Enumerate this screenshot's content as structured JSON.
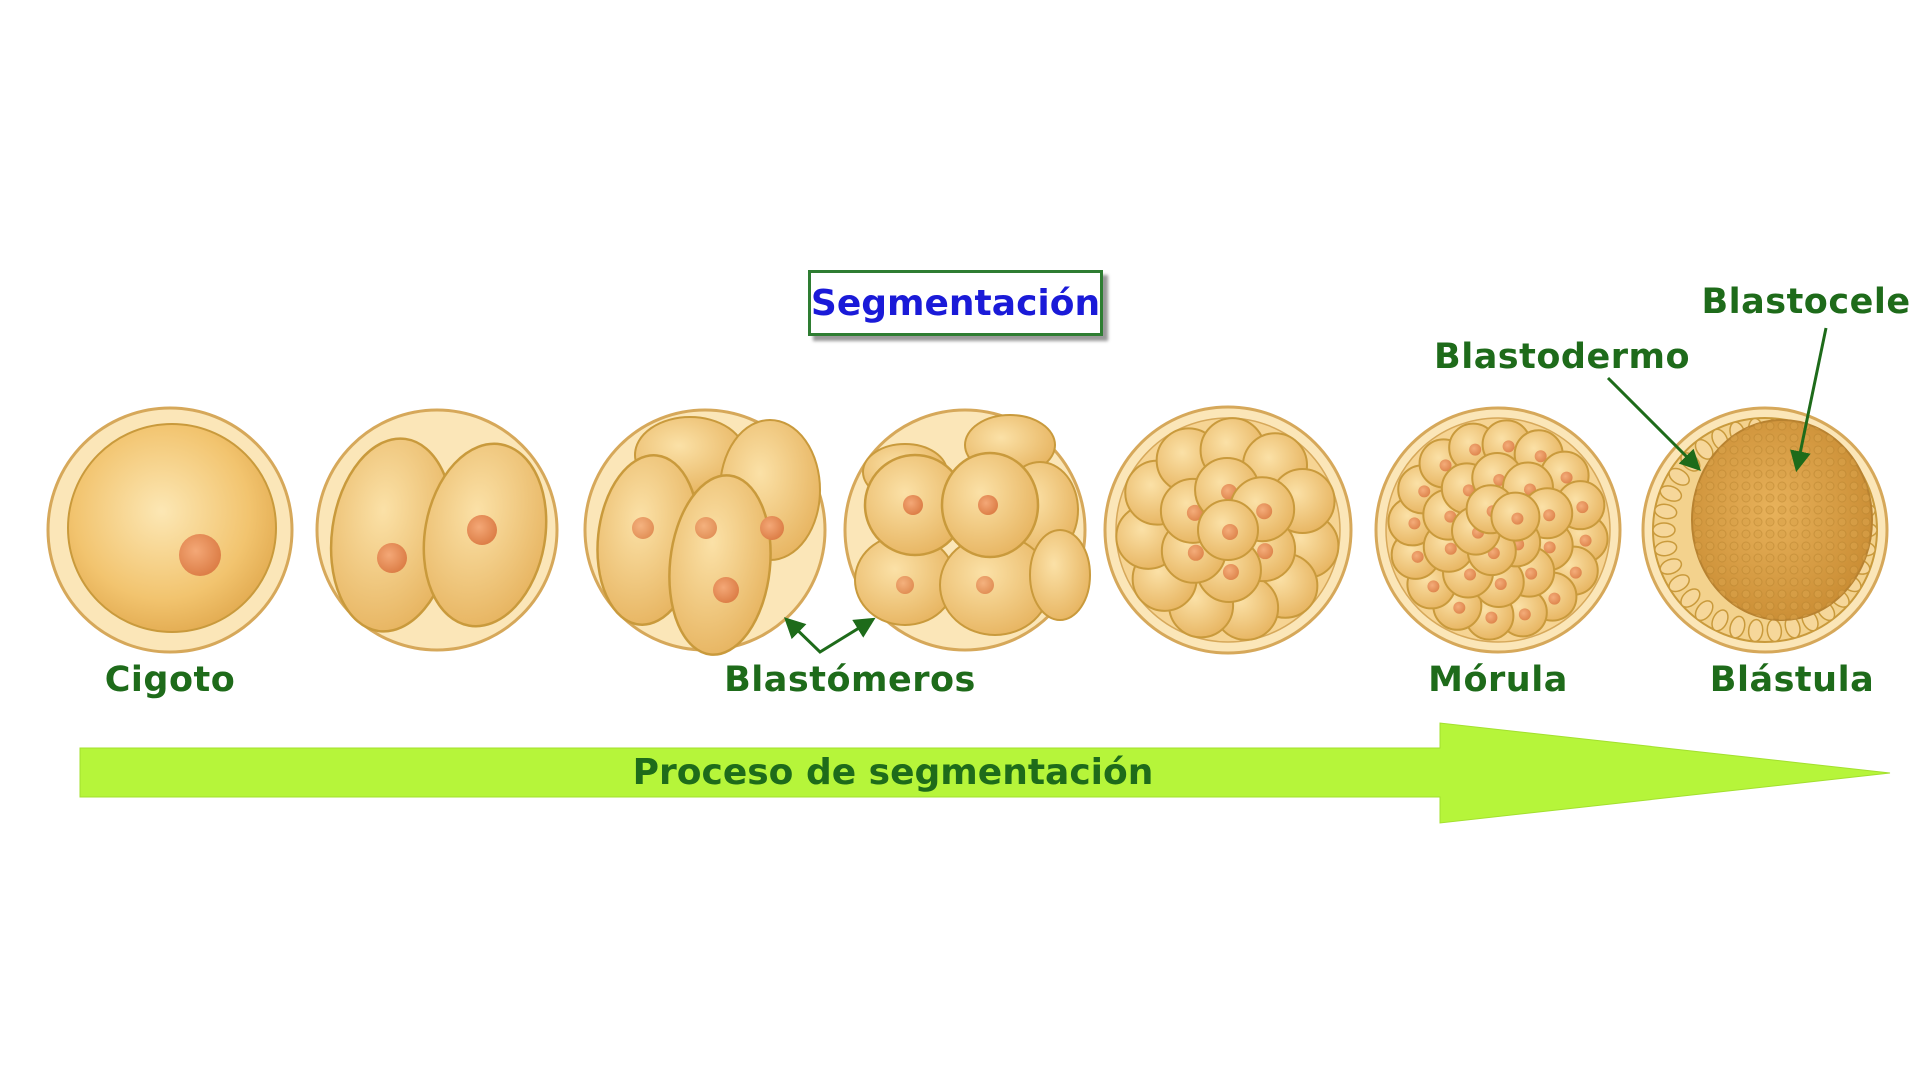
{
  "title": "Segmentación",
  "labels": {
    "cigoto": "Cigoto",
    "blastomeros": "Blastómeros",
    "morula": "Mórula",
    "blastula": "Blástula",
    "blastodermo": "Blastodermo",
    "blastocele": "Blastocele"
  },
  "process_label": "Proceso de segmentación",
  "colors": {
    "label_green": "#1e6b1a",
    "title_blue": "#1a1ad8",
    "arrow_fill": "#b6f53a",
    "cell_fill": "#f1c876",
    "cell_edge": "#c99a3c",
    "nucleus": "#e58f57"
  }
}
